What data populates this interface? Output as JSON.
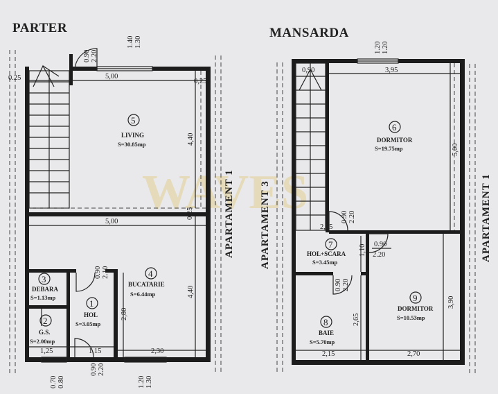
{
  "watermark": "WAVES",
  "parter": {
    "title": "PARTER",
    "apartment_label": "APARTAMENT 1",
    "dims": {
      "door_top_w": "0.90",
      "door_top_h": "2.20",
      "win_top_w": "1.40",
      "win_top_h": "1.30",
      "stair_w": "0.25",
      "living_w": "5,00",
      "living_right": "0,25",
      "living_h": "4,40",
      "mid_right": "0,25",
      "kitchen_w": "5,00",
      "kitchen_h": "4,40",
      "hol_door_w": "0.90",
      "hol_door_h": "2.10",
      "hol_h": "2,80",
      "gs_w": "1,25",
      "hol_w": "1,15",
      "kitchen_bottom_w": "2,30",
      "entry_door_w": "0.90",
      "entry_door_h": "2.20",
      "gs_win_w": "0.70",
      "gs_win_h": "0.80",
      "kitchen_win_w": "1.20",
      "kitchen_win_h": "1.30"
    },
    "rooms": [
      {
        "num": "5",
        "name": "LIVING",
        "area": "S=30.85mp"
      },
      {
        "num": "4",
        "name": "BUCATARIE",
        "area": "S=6.44mp"
      },
      {
        "num": "3",
        "name": "DEBARA",
        "area": "S=1.13mp"
      },
      {
        "num": "1",
        "name": "HOL",
        "area": "S=3.05mp"
      },
      {
        "num": "2",
        "name": "G.S.",
        "area": "S=2.00mp"
      }
    ]
  },
  "mansarda": {
    "title": "MANSARDA",
    "apartment_left": "APARTAMENT 3",
    "apartment_right": "APARTAMENT 1",
    "dims": {
      "win_top_w": "1.20",
      "win_top_h": "1.20",
      "stair_w": "0,90",
      "dorm6_w": "3,95",
      "dorm6_h": "5,00",
      "stair_door_w": "0.90",
      "stair_door_h": "2.20",
      "hol_w": "2,95",
      "hol_h": "1,10",
      "hol_door_w": "0.90",
      "hol_door_h": "2.20",
      "bath_door_w": "0.90",
      "bath_door_h": "2.20",
      "bath_h": "2,65",
      "dorm9_h": "3,90",
      "bath_w": "2,15",
      "dorm9_w": "2,70"
    },
    "rooms": [
      {
        "num": "6",
        "name": "DORMITOR",
        "area": "S=19.75mp"
      },
      {
        "num": "7",
        "name": "HOL+SCARA",
        "area": "S=3.45mp"
      },
      {
        "num": "8",
        "name": "BAIE",
        "area": "S=5.70mp"
      },
      {
        "num": "9",
        "name": "DORMITOR",
        "area": "S=10.53mp"
      }
    ]
  }
}
